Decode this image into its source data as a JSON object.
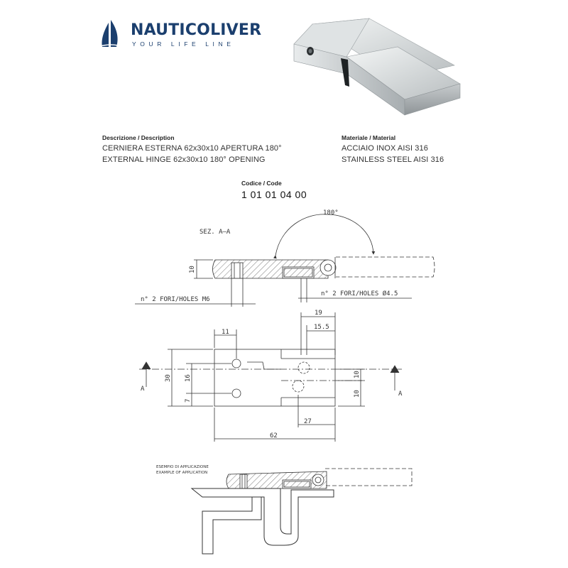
{
  "brand": {
    "name": "NAUTICOLIVER",
    "tagline": "YOUR LIFE LINE"
  },
  "description": {
    "label": "Descrizione / Description",
    "line_it": "CERNIERA ESTERNA 62x30x10 APERTURA 180°",
    "line_en": "EXTERNAL HINGE 62x30x10 180° OPENING"
  },
  "material": {
    "label": "Materiale / Material",
    "line_it": "ACCIAIO INOX AISI 316",
    "line_en": "STAINLESS STEEL AISI 316"
  },
  "code": {
    "label": "Codice / Code",
    "value": "1 01 01 04 00"
  },
  "drawing": {
    "angle": "180°",
    "section": "SEZ. A—A",
    "thickness": "10",
    "holes_m6": "n° 2 FORI/HOLES M6",
    "holes_45": "n° 2 FORI/HOLES Ø4.5",
    "dims": {
      "d19": "19",
      "d15_5": "15.5",
      "d11": "11",
      "d30": "30",
      "d16": "16",
      "d7": "7",
      "d10a": "10",
      "d10b": "10",
      "d27": "27",
      "d62": "62"
    },
    "section_mark": "A",
    "example_it": "ESEMPIO DI APPLICAZIONE",
    "example_en": "EXAMPLE OF APPLICATION"
  },
  "colors": {
    "brand": "#1b3f6e",
    "line": "#333333"
  }
}
